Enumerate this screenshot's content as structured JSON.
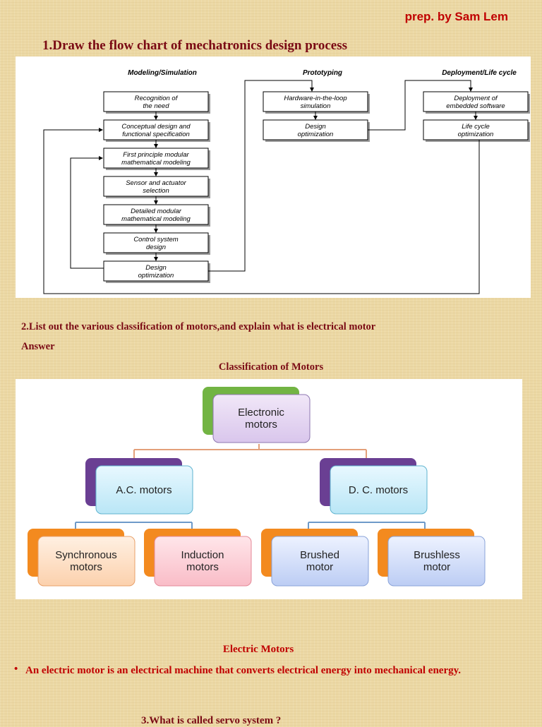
{
  "header": {
    "author": "prep. by Sam Lem"
  },
  "q1": {
    "title": "1.Draw the flow chart of mechatronics design process",
    "columns": [
      "Modeling/Simulation",
      "Prototyping",
      "Deployment/Life cycle"
    ],
    "modeling_steps": [
      [
        "Recognition of",
        "the need"
      ],
      [
        "Conceptual design and",
        "functional specification"
      ],
      [
        "First principle modular",
        "mathematical modeling"
      ],
      [
        "Sensor and actuator",
        "selection"
      ],
      [
        "Detailed modular",
        "mathematical modeling"
      ],
      [
        "Control system",
        "design"
      ],
      [
        "Design",
        "optimization"
      ]
    ],
    "prototyping_steps": [
      [
        "Hardware-in-the-loop",
        "simulation"
      ],
      [
        "Design",
        "optimization"
      ]
    ],
    "deployment_steps": [
      [
        "Deployment of",
        "embedded software"
      ],
      [
        "Life cycle",
        "optimization"
      ]
    ]
  },
  "q2": {
    "question": "2.List out the various classification of motors,and explain what is electrical motor",
    "answer_label": "Answer",
    "classification_title": "Classification of Motors",
    "tree": {
      "root": [
        "Electronic",
        "motors"
      ],
      "ac": "A.C. motors",
      "dc": "D. C. motors",
      "leaves": [
        [
          "Synchronous",
          "motors"
        ],
        [
          "Induction",
          "motors"
        ],
        [
          "Brushed",
          "motor"
        ],
        [
          "Brushless",
          "motor"
        ]
      ]
    },
    "electric_motors_title": "Electric Motors",
    "bullet": "An electric motor is an electrical machine that converts electrical energy into mechanical energy."
  },
  "q3": {
    "question": "3.What is called servo system ?"
  }
}
